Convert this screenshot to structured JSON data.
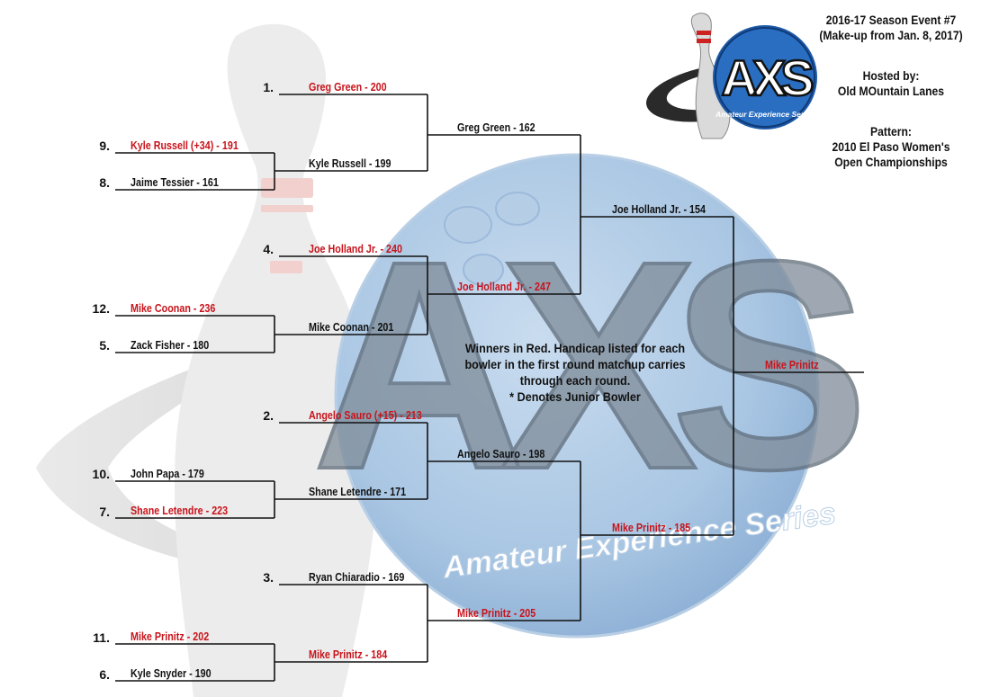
{
  "colors": {
    "winner": "#c8141b",
    "text": "#111111",
    "watermark_blue": "#9dc0e0"
  },
  "event_info": {
    "line1": "2016-17 Season Event #7",
    "line2": "(Make-up from Jan. 8, 2017)",
    "hosted_label": "Hosted by:",
    "host": "Old MOuntain Lanes",
    "pattern_label": "Pattern:",
    "pattern_line1": "2010 El Paso Women's",
    "pattern_line2": "Open Championships"
  },
  "logo": {
    "letters": "AXS",
    "ring_text": "Amateur Experience Series",
    "icon": "bowling-pin-icon"
  },
  "watermark": {
    "letters": "AXS",
    "caption": "Amateur Experience Series"
  },
  "notes": {
    "line1": "Winners in Red.  Handicap listed for each",
    "line2": "bowler in the first round matchup carries",
    "line3": "through each round.",
    "line4": "* Denotes Junior Bowler"
  },
  "seeds": {
    "s1": "1.",
    "s9": "9.",
    "s8": "8.",
    "s4": "4.",
    "s12": "12.",
    "s5": "5.",
    "s2": "2.",
    "s10": "10.",
    "s7": "7.",
    "s3": "3.",
    "s11": "11.",
    "s6": "6."
  },
  "entries": {
    "r1_kyle_russell": "Kyle Russell (+34) - 191",
    "r1_jaime_tessier": "Jaime Tessier - 161",
    "r1_mike_coonan": "Mike Coonan - 236",
    "r1_zack_fisher": "Zack Fisher - 180",
    "r1_john_papa": "John Papa - 179",
    "r1_shane_letendre": "Shane Letendre - 223",
    "r1_mike_prinitz": "Mike Prinitz - 202",
    "r1_kyle_snyder": "Kyle Snyder - 190",
    "r2_greg_green": "Greg Green - 200",
    "r2_kyle_russell": "Kyle Russell - 199",
    "r2_joe_holland": "Joe Holland Jr. - 240",
    "r2_mike_coonan": "Mike Coonan - 201",
    "r2_angelo_sauro": "Angelo Sauro (+15) - 213",
    "r2_shane_letendre": "Shane Letendre - 171",
    "r2_ryan_chiaradio": "Ryan Chiaradio - 169",
    "r2_mike_prinitz": "Mike Prinitz - 184",
    "r3_greg_green": "Greg Green - 162",
    "r3_joe_holland": "Joe Holland Jr. - 247",
    "r3_angelo_sauro": "Angelo Sauro - 198",
    "r3_mike_prinitz": "Mike Prinitz - 205",
    "r4_joe_holland": "Joe Holland Jr. - 154",
    "r4_mike_prinitz": "Mike Prinitz - 185",
    "champion": "Mike Prinitz"
  }
}
